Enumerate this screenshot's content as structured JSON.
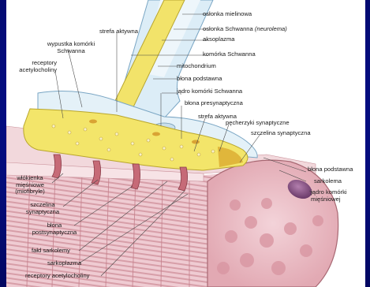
{
  "labels": {
    "oslonka_mielinowa": "osłonka mielinowa",
    "oslonka_schwanna": "osłonka Schwanna",
    "neurolema": "(neurolema)",
    "aksoplazma": "aksoplazma",
    "strefa_aktywna_1": "strefa aktywna",
    "komorka_schwanna": "komórka Schwanna",
    "wypustka_l1": "wypustka komórki",
    "wypustka_l2": "Schwanna",
    "mitochondrium": "mitochondrium",
    "receptory_l1": "receptory",
    "receptory_l2": "acetylocholiny",
    "blona_podstawna_1": "błona podstawna",
    "jadro_schwanna": "jądro komórki Schwanna",
    "blona_presynaptyczna": "błona presynaptyczna",
    "strefa_aktywna_2": "strefa aktywna",
    "pecherzyki": "pęcherzyki synaptyczne",
    "szczelina_1": "szczelina synaptyczna",
    "blona_podstawna_2": "błona podstawna",
    "sarkolema": "sarkolema",
    "jadro_miesniowej_l1": "jądro komórki",
    "jadro_miesniowej_l2": "mięśniowej",
    "wlokienka_l1": "włókienka",
    "wlokienka_l2": "mięśniowe",
    "wlokienka_l3": "(miofibryle)",
    "szczelina_l1": "szczelina",
    "szczelina_l2": "synaptyczna",
    "blona_post_l1": "błona",
    "blona_post_l2": "postsynaptyczna",
    "fald": "fałd sarkolemy",
    "sarkoplazma": "sarkoplazma",
    "receptory_bottom": "receptory acetylocholiny"
  },
  "colors": {
    "background": "#040a8c",
    "axon_yellow": "#f3e56a",
    "myelin_blue": "#d7ecf6",
    "muscle_pink": "#ecc9cf",
    "muscle_stripe": "#c98d97",
    "nucleus_purple": "#8b5a86",
    "vesicle_gold": "#d8a93a"
  }
}
